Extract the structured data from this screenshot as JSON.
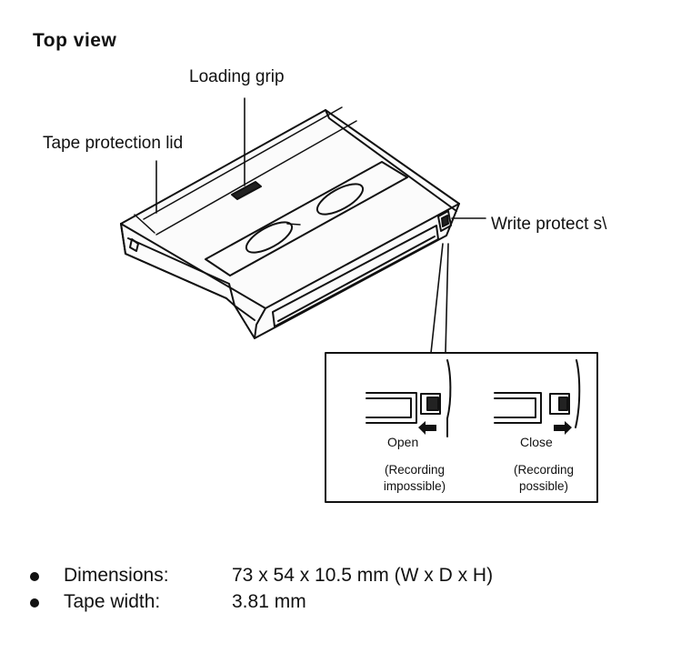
{
  "title": "Top view",
  "labels": {
    "loading_grip": "Loading grip",
    "tape_protection_lid": "Tape protection lid",
    "write_protect": "Write protect s\\"
  },
  "inset": {
    "open": {
      "label": "Open",
      "caption": "(Recording impossible)"
    },
    "close": {
      "label": "Close",
      "caption": "(Recording possible)"
    }
  },
  "specs": [
    {
      "key": "Dimensions:",
      "value": "73 x 54 x 10.5 mm (W x D x H)"
    },
    {
      "key": "Tape width:",
      "value": "3.81 mm"
    }
  ]
}
